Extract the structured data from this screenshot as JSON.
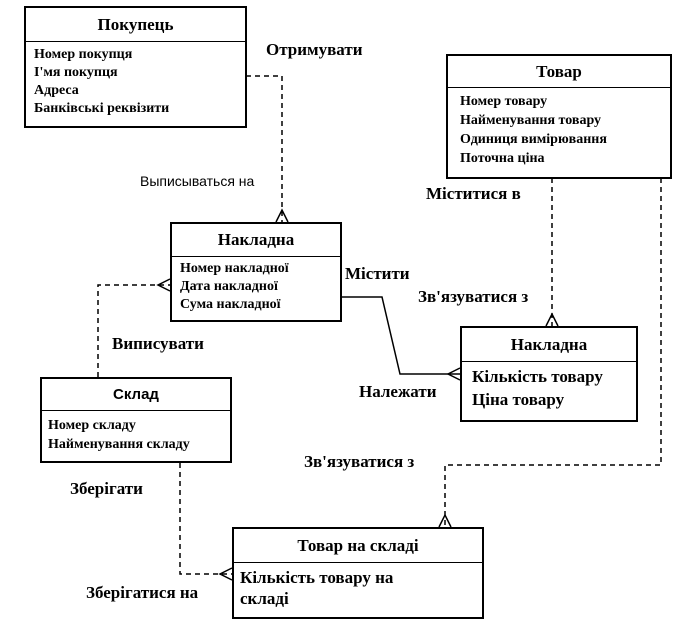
{
  "entities": {
    "buyer": {
      "title": "Покупець",
      "attributes": [
        "Номер покупця",
        "І'мя покупця",
        "Адреса",
        "Банківські реквізити"
      ]
    },
    "product": {
      "title": "Товар",
      "attributes": [
        "Номер товару",
        "Найменування товару",
        "Одиниця вимірювання",
        "Поточна ціна"
      ]
    },
    "invoice": {
      "title": "Накладна",
      "attributes": [
        "Номер накладної",
        "Дата накладної",
        "Сума накладної"
      ]
    },
    "invoice_line": {
      "title": "Накладна",
      "attributes": [
        "Кількість товару",
        "Ціна товару"
      ]
    },
    "warehouse": {
      "title": "Склад",
      "attributes": [
        "Номер складу",
        "Найменування складу"
      ]
    },
    "stock": {
      "title": "Товар на складі",
      "attributes": [
        "Кількість товару на складі"
      ]
    }
  },
  "labels": {
    "receive": "Отримувати",
    "issued_to": "Выписываться на",
    "contained_in": "Міститися в",
    "contain": "Містити",
    "linked_with_1": "Зв'язуватися з",
    "write_out": "Виписувати",
    "belong": "Належати",
    "linked_with_2": "Зв'язуватися з",
    "store": "Зберігати",
    "stored_at": "Зберігатися на"
  }
}
